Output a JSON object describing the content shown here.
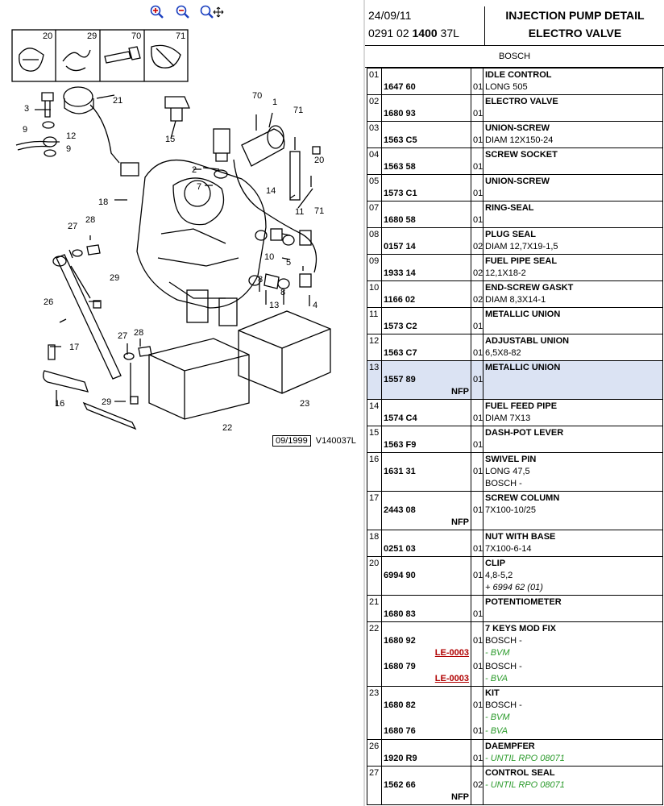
{
  "toolbar": {
    "zoom_in": "zoom-in-icon",
    "zoom_out": "zoom-out-icon",
    "zoom_pan": "zoom-pan-icon"
  },
  "diagram": {
    "inset_labels": [
      "20",
      "29",
      "70",
      "71"
    ],
    "callouts": [
      "1",
      "2",
      "3",
      "4",
      "5",
      "7",
      "8",
      "8",
      "9",
      "9",
      "10",
      "11",
      "12",
      "13",
      "14",
      "15",
      "16",
      "17",
      "18",
      "20",
      "21",
      "22",
      "23",
      "26",
      "27",
      "27",
      "28",
      "28",
      "29",
      "29",
      "70",
      "71",
      "71"
    ],
    "stamp_date": "09/1999",
    "stamp_code": "V140037L"
  },
  "header": {
    "date": "24/09/11",
    "code_prefix": "0291 02",
    "code_bold": "1400",
    "code_suffix": "37L",
    "title_line1": "INJECTION PUMP DETAIL",
    "title_line2": "ELECTRO VALVE",
    "brand": "BOSCH"
  },
  "parts": [
    {
      "ref": "01",
      "h": 33,
      "lines": [
        {
          "part": "1647 60",
          "qty": "01",
          "desc": "LONG 505"
        }
      ],
      "title": "IDLE CONTROL"
    },
    {
      "ref": "02",
      "h": 33,
      "lines": [
        {
          "part": "1680 93",
          "qty": "01",
          "desc": ""
        }
      ],
      "title": "ELECTRO VALVE"
    },
    {
      "ref": "03",
      "h": 33,
      "lines": [
        {
          "part": "1563 C5",
          "qty": "01",
          "desc": "DIAM 12X150-24"
        }
      ],
      "title": "UNION-SCREW"
    },
    {
      "ref": "04",
      "h": 33,
      "lines": [
        {
          "part": "1563 58",
          "qty": "01",
          "desc": ""
        }
      ],
      "title": "SCREW SOCKET"
    },
    {
      "ref": "05",
      "h": 33,
      "lines": [
        {
          "part": "1573 C1",
          "qty": "01",
          "desc": ""
        }
      ],
      "title": "UNION-SCREW"
    },
    {
      "ref": "07",
      "h": 33,
      "lines": [
        {
          "part": "1680 58",
          "qty": "01",
          "desc": ""
        }
      ],
      "title": "RING-SEAL"
    },
    {
      "ref": "08",
      "h": 33,
      "lines": [
        {
          "part": "0157 14",
          "qty": "02",
          "desc": "DIAM 12,7X19-1,5"
        }
      ],
      "title": "PLUG SEAL"
    },
    {
      "ref": "09",
      "h": 33,
      "lines": [
        {
          "part": "1933 14",
          "qty": "02",
          "desc": "12,1X18-2"
        }
      ],
      "title": "FUEL PIPE SEAL"
    },
    {
      "ref": "10",
      "h": 33,
      "lines": [
        {
          "part": "1166 02",
          "qty": "02",
          "desc": "DIAM 8,3X14-1"
        }
      ],
      "title": "END-SCREW GASKT"
    },
    {
      "ref": "11",
      "h": 33,
      "lines": [
        {
          "part": "1573 C2",
          "qty": "01",
          "desc": ""
        }
      ],
      "title": "METALLIC UNION"
    },
    {
      "ref": "12",
      "h": 33,
      "lines": [
        {
          "part": "1563 C7",
          "qty": "01",
          "desc": "6,5X8-82"
        }
      ],
      "title": "ADJUSTABL UNION"
    },
    {
      "ref": "13",
      "h": 48,
      "sel": true,
      "lines": [
        {
          "part": "1557 89",
          "qty": "01",
          "desc": ""
        }
      ],
      "title": "METALLIC UNION",
      "nfp": "NFP"
    },
    {
      "ref": "14",
      "h": 33,
      "lines": [
        {
          "part": "1574 C4",
          "qty": "01",
          "desc": "DIAM 7X13"
        }
      ],
      "title": "FUEL FEED PIPE"
    },
    {
      "ref": "15",
      "h": 33,
      "lines": [
        {
          "part": "1563 F9",
          "qty": "01",
          "desc": ""
        }
      ],
      "title": "DASH-POT LEVER"
    },
    {
      "ref": "16",
      "h": 48,
      "lines": [
        {
          "part": "1631 31",
          "qty": "01",
          "desc": "LONG 47,5"
        }
      ],
      "title": "SWIVEL PIN",
      "extra": "BOSCH -"
    },
    {
      "ref": "17",
      "h": 48,
      "lines": [
        {
          "part": "2443 08",
          "qty": "01",
          "desc": "7X100-10/25"
        }
      ],
      "title": "SCREW COLUMN",
      "nfp": "NFP"
    },
    {
      "ref": "18",
      "h": 33,
      "lines": [
        {
          "part": "0251 03",
          "qty": "01",
          "desc": "7X100-6-14"
        }
      ],
      "title": "NUT WITH BASE"
    },
    {
      "ref": "20",
      "h": 48,
      "lines": [
        {
          "part": "6994 90",
          "qty": "01",
          "desc": "4,8-5,2"
        }
      ],
      "title": "CLIP",
      "extra_it": "+ 6994 62 (01)"
    },
    {
      "ref": "21",
      "h": 33,
      "lines": [
        {
          "part": "1680 83",
          "qty": "01",
          "desc": ""
        }
      ],
      "title": "POTENTIOMETER"
    }
  ],
  "kit22": {
    "ref": "22",
    "title": "7 KEYS MOD FIX",
    "a_part": "1680 92",
    "a_qty": "01",
    "a_desc": "BOSCH -",
    "a_link": "LE-0003",
    "a_green": "- BVM",
    "b_part": "1680 79",
    "b_qty": "01",
    "b_desc": "BOSCH -",
    "b_link": "LE-0003",
    "b_green": "- BVA"
  },
  "kit23": {
    "ref": "23",
    "title": "KIT",
    "a_part": "1680 82",
    "a_qty": "01",
    "a_desc": "BOSCH -",
    "a_green": "- BVM",
    "b_part": "1680 76",
    "b_qty": "01",
    "b_green": "- BVA"
  },
  "row26": {
    "ref": "26",
    "title": "DAEMPFER",
    "part": "1920 R9",
    "qty": "01",
    "green": "- UNTIL RPO 08071"
  },
  "row27": {
    "ref": "27",
    "title": "CONTROL SEAL",
    "part": "1562 66",
    "qty": "02",
    "green": "- UNTIL RPO 08071",
    "nfp": "NFP"
  }
}
